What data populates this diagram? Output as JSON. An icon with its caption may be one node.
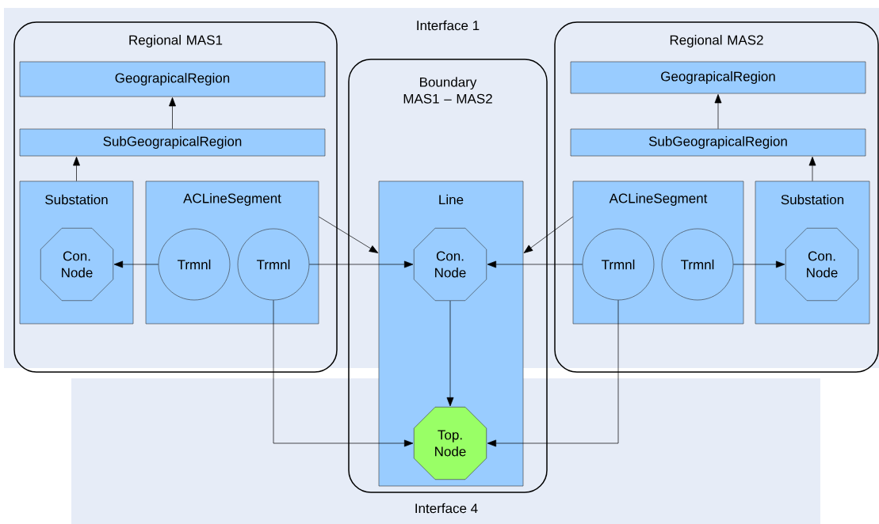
{
  "diagram": {
    "nodes": [
      {
        "text": [
          "Regional MAS1"
        ]
      },
      {
        "text": [
          "GeograpicalRegion"
        ],
        "in": 0
      },
      {
        "text": [
          "SubGeograpicalRegion"
        ],
        "in": 0
      },
      {
        "text": [
          "Substation"
        ],
        "in": 0
      },
      {
        "text": [
          "Con. Node"
        ],
        "in": 3
      },
      {
        "text": [
          "ACLineSegment"
        ],
        "in": 0
      },
      {
        "text": [
          "Trmnl"
        ],
        "in": 5
      },
      {
        "text": [
          "Trmnl"
        ],
        "in": 5
      },
      {
        "text": [
          "Boundary MAS1 – MAS2"
        ]
      },
      {
        "text": [
          "Line"
        ],
        "in": 8
      },
      {
        "text": [
          "Con. Node"
        ],
        "in": 9
      },
      {
        "text": [
          "Top. Node"
        ],
        "in": 9
      },
      {
        "text": [
          "Regional MAS2"
        ]
      },
      {
        "text": [
          "GeograpicalRegion"
        ],
        "in": 12
      },
      {
        "text": [
          "SubGeograpicalRegion"
        ],
        "in": 12
      },
      {
        "text": [
          "ACLineSegment"
        ],
        "in": 12
      },
      {
        "text": [
          "Trmnl"
        ],
        "in": 15
      },
      {
        "text": [
          "Trmnl"
        ],
        "in": 15
      },
      {
        "text": [
          "Substation"
        ],
        "in": 12
      },
      {
        "text": [
          "Con. Node"
        ],
        "in": 18
      }
    ],
    "edges": [
      {
        "from": 2,
        "to": 1,
        "arrow": "to"
      },
      {
        "from": 3,
        "to": 2,
        "arrow": "to"
      },
      {
        "from": 6,
        "to": 4,
        "arrow": "to"
      },
      {
        "from": 5,
        "to": 9,
        "arrow": "to"
      },
      {
        "from": 7,
        "to": 10,
        "arrow": "to"
      },
      {
        "from": 7,
        "to": 11,
        "arrow": "to"
      },
      {
        "from": 10,
        "to": 11,
        "arrow": "to"
      },
      {
        "from": 14,
        "to": 13,
        "arrow": "to"
      },
      {
        "from": 18,
        "to": 14,
        "arrow": "to"
      },
      {
        "from": 15,
        "to": 9,
        "arrow": "to"
      },
      {
        "from": 16,
        "to": 10,
        "arrow": "to"
      },
      {
        "from": 16,
        "to": 11,
        "arrow": "to"
      },
      {
        "from": 17,
        "to": 19,
        "arrow": "to"
      }
    ],
    "labels": [
      "Interface 1",
      "Interface 4"
    ]
  }
}
